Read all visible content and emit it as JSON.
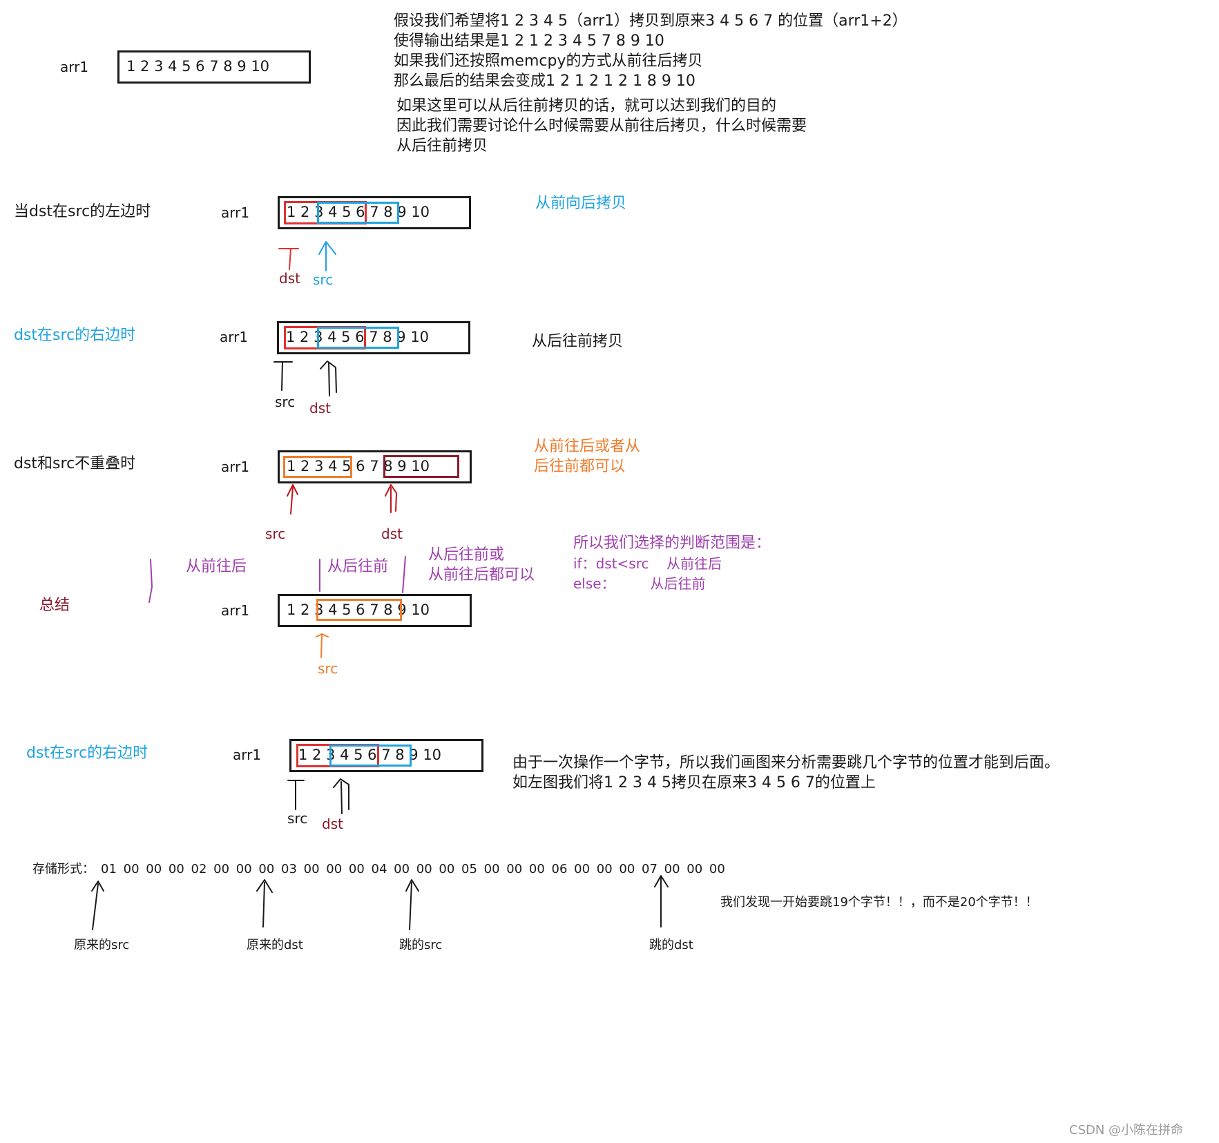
{
  "intro": {
    "array_label": "arr1",
    "array_values": "1 2 3 4 5 6 7 8 9 10",
    "lines": [
      "假设我们希望将1 2 3 4 5（arr1）拷贝到原来3 4 5 6 7 的位置（arr1+2）",
      "使得输出结果是1 2 1 2 3 4 5 7 8 9 10",
      "如果我们还按照memcpy的方式从前往后拷贝",
      "那么最后的结果会变成1 2 1 2 1 2 1 8 9 10"
    ],
    "lines2": [
      "如果这里可以从后往前拷贝的话，就可以达到我们的目的",
      "因此我们需要讨论什么时候需要从前往后拷贝，什么时候需要",
      "从后往前拷贝"
    ]
  },
  "case1": {
    "title": "当dst在src的左边时",
    "array_label": "arr1",
    "array_values": "1 2 3 4 5 6 7 8 9 10",
    "note": "从前向后拷贝",
    "ptr_dst": "dst",
    "ptr_src": "src"
  },
  "case2": {
    "title": "dst在src的右边时",
    "array_label": "arr1",
    "array_values": "1 2 3 4 5 6 7 8 9 10",
    "note": "从后往前拷贝",
    "ptr_src": "src",
    "ptr_dst": "dst"
  },
  "case3": {
    "title": "dst和src不重叠时",
    "array_label": "arr1",
    "array_values": "1 2 3 4 5 6 7 8 9 10",
    "note_lines": [
      "从前往后或者从",
      "后往前都可以"
    ],
    "ptr_src": "src",
    "ptr_dst": "dst"
  },
  "summary": {
    "title": "总结",
    "array_label": "arr1",
    "array_values": "1 2 3 4 5 6 7 8 9 10",
    "region1": "从前往后",
    "region2": "从后往前",
    "region3_lines": [
      "从后往前或",
      "从前往后都可以"
    ],
    "rule_lines": [
      "所以我们选择的判断范围是：",
      "if：dst<src    从前往后",
      "else：        从后往前"
    ],
    "ptr_src": "src"
  },
  "case4": {
    "title": "dst在src的右边时",
    "array_label": "arr1",
    "array_values": "1 2 3 4 5 6 7 8 9 10",
    "note_lines": [
      "由于一次操作一个字节，所以我们画图来分析需要跳几个字节的位置才能到后面。",
      "如左图我们将1 2 3 4 5拷贝在原来3 4 5 6 7的位置上"
    ],
    "ptr_src": "src",
    "ptr_dst": "dst"
  },
  "storage": {
    "prefix": "存储形式：",
    "bytes": "01 00 00 00 02 00 00 00 03 00 00 00 04 00 00 00 05 00 00 00 06 00 00 00 07 00 00 00",
    "label_orig_src": "原来的src",
    "label_orig_dst": "原来的dst",
    "label_jump_src": "跳的src",
    "label_jump_dst": "跳的dst",
    "conclusion": "我们发现一开始要跳19个字节！！，而不是20个字节！！"
  },
  "watermark": "CSDN @小陈在拼命",
  "colors": {
    "blue": "#1fa3e0",
    "red": "#e0302f",
    "darkred": "#8b1a2b",
    "orange": "#f07c2a",
    "purple": "#a040b0"
  }
}
